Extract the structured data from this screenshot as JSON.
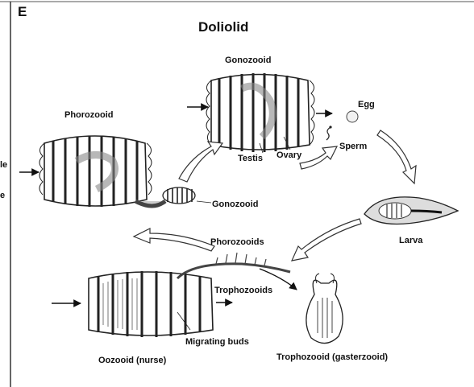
{
  "panel_letter": "E",
  "title": "Doliolid",
  "side_fragments": [
    "le",
    "e"
  ],
  "labels": {
    "gonozooid_top": "Gonozooid",
    "phorozooid": "Phorozooid",
    "egg": "Egg",
    "testis": "Testis",
    "ovary": "Ovary",
    "sperm": "Sperm",
    "gonozooid_small": "Gonozooid",
    "larva": "Larva",
    "phorozooids": "Phorozooids",
    "trophozooids": "Trophozooids",
    "migrating_buds": "Migrating buds",
    "oozooid": "Oozooid (nurse)",
    "trophozooid_gasterzooid": "Trophozooid (gasterzooid)"
  }
}
